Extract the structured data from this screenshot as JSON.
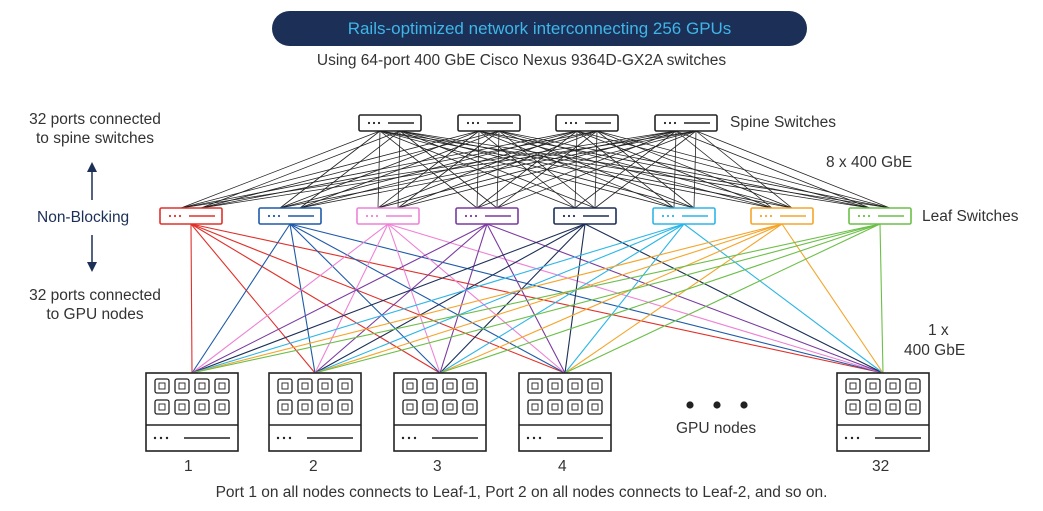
{
  "header": {
    "title": "Rails-optimized network interconnecting 256 GPUs",
    "subtitle": "Using 64-port 400 GbE Cisco Nexus 9364D-GX2A switches"
  },
  "labels": {
    "spine_switches": "Spine Switches",
    "leaf_switches": "Leaf Switches",
    "spine_link": "8 x 400 GbE",
    "node_link_line1": "1 x",
    "node_link_line2": "400 GbE",
    "ports_to_spine_line1": "32 ports connected",
    "ports_to_spine_line2": "to spine switches",
    "non_blocking": "Non-Blocking",
    "ports_to_gpu_line1": "32 ports connected",
    "ports_to_gpu_line2": "to GPU nodes",
    "gpu_nodes": "GPU nodes",
    "footer": "Port 1 on all nodes connects to Leaf-1, Port 2 on all nodes connects to Leaf-2, and so on."
  },
  "spine_count": 4,
  "leaf_colors": [
    "#e0302a",
    "#1e5aa8",
    "#ee82d6",
    "#7a3aa0",
    "#1c2f57",
    "#2cb6e6",
    "#f4a52a",
    "#6cbf48"
  ],
  "spine_color": "#222222",
  "accent_color": "#1c2f57",
  "gpu_nodes": [
    "1",
    "2",
    "3",
    "4",
    "32"
  ]
}
